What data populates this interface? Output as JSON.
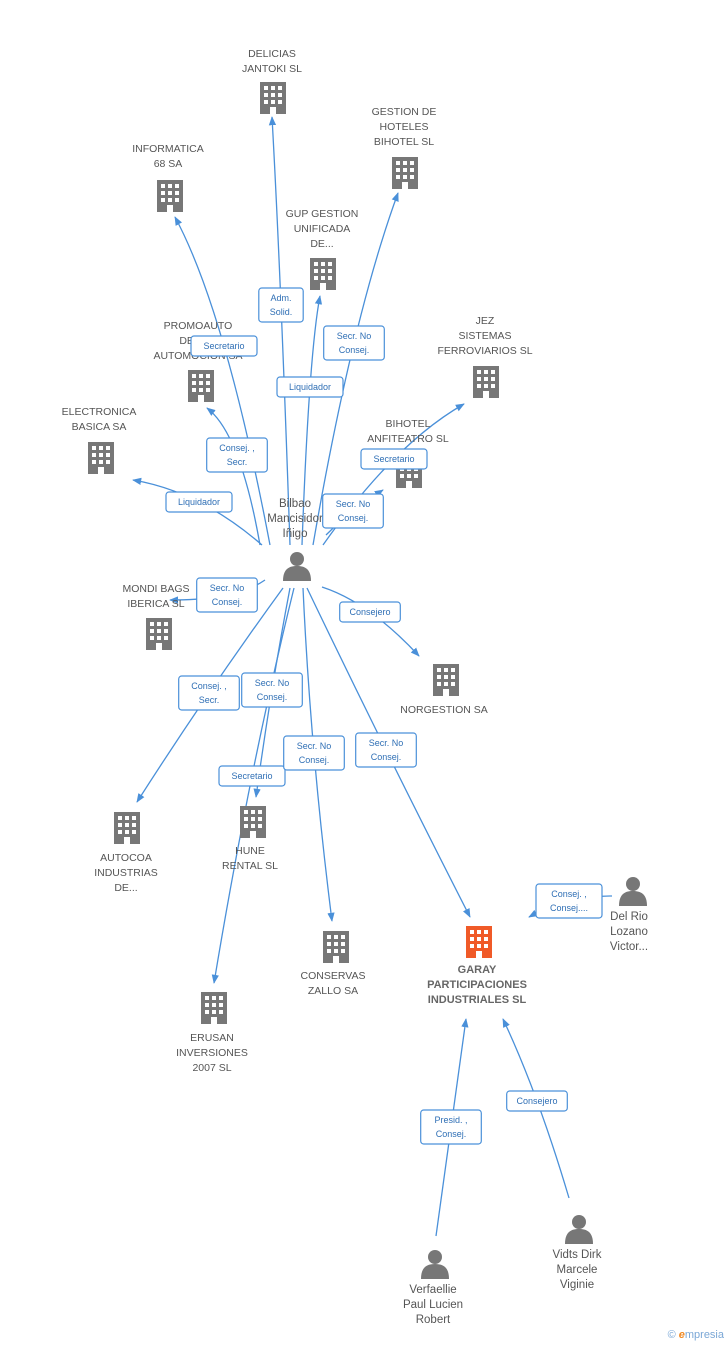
{
  "colors": {
    "edge": "#4a90d9",
    "company": "#777777",
    "main_company": "#f05a28",
    "person": "#777777"
  },
  "center": {
    "label": [
      "Bilbao",
      "Mancisidor",
      "Iñigo"
    ]
  },
  "companies": [
    {
      "id": "delicias",
      "label": [
        "DELICIAS",
        "JANTOKI SL"
      ]
    },
    {
      "id": "gestion",
      "label": [
        "GESTION DE",
        "HOTELES",
        "BIHOTEL SL"
      ]
    },
    {
      "id": "informatica",
      "label": [
        "INFORMATICA",
        "68 SA"
      ]
    },
    {
      "id": "gup",
      "label": [
        "GUP GESTION",
        "UNIFICADA",
        "DE..."
      ]
    },
    {
      "id": "promoauto",
      "label": [
        "PROMOAUTO",
        "DESA...",
        "AUTOMOCION SA"
      ]
    },
    {
      "id": "jez",
      "label": [
        "JEZ",
        "SISTEMAS",
        "FERROVIARIOS SL"
      ]
    },
    {
      "id": "electronica",
      "label": [
        "ELECTRONICA",
        "BASICA SA"
      ]
    },
    {
      "id": "bihotel",
      "label": [
        "BIHOTEL",
        "ANFITEATRO SL"
      ]
    },
    {
      "id": "mondi",
      "label": [
        "MONDI BAGS",
        "IBERICA SL"
      ]
    },
    {
      "id": "norgestion",
      "label": [
        "NORGESTION SA"
      ]
    },
    {
      "id": "autocoa",
      "label": [
        "AUTOCOA",
        "INDUSTRIAS",
        "DE..."
      ]
    },
    {
      "id": "hune",
      "label": [
        "HUNE",
        "RENTAL SL"
      ]
    },
    {
      "id": "conservas",
      "label": [
        "CONSERVAS",
        "ZALLO SA"
      ]
    },
    {
      "id": "erusan",
      "label": [
        "ERUSAN",
        "INVERSIONES",
        "2007 SL"
      ]
    },
    {
      "id": "garay",
      "label": [
        "GARAY",
        "PARTICIPACIONES",
        "INDUSTRIALES SL"
      ],
      "main": true
    }
  ],
  "persons": [
    {
      "id": "delrio",
      "label": [
        "Del Rio",
        "Lozano",
        "Victor..."
      ]
    },
    {
      "id": "vidts",
      "label": [
        "Vidts Dirk",
        "Marcele",
        "Viginie"
      ]
    },
    {
      "id": "verfaellie",
      "label": [
        "Verfaellie",
        "Paul Lucien",
        "Robert"
      ]
    }
  ],
  "relations": [
    {
      "id": "r-delicias",
      "label": [
        "Adm.",
        "Solid."
      ]
    },
    {
      "id": "r-gestion",
      "label": [
        "Secr.  No",
        "Consej."
      ]
    },
    {
      "id": "r-informatica",
      "label": [
        "Secretario"
      ]
    },
    {
      "id": "r-gup",
      "label": [
        "Liquidador"
      ]
    },
    {
      "id": "r-promoauto",
      "label": [
        "Consej. ,",
        "Secr."
      ]
    },
    {
      "id": "r-jez",
      "label": [
        "Secretario"
      ]
    },
    {
      "id": "r-electronica",
      "label": [
        "Liquidador"
      ]
    },
    {
      "id": "r-bihotel",
      "label": [
        "Secr.  No",
        "Consej."
      ]
    },
    {
      "id": "r-mondi",
      "label": [
        "Secr.  No",
        "Consej."
      ]
    },
    {
      "id": "r-norgestion",
      "label": [
        "Consejero"
      ]
    },
    {
      "id": "r-autocoa",
      "label": [
        "Consej. ,",
        "Secr."
      ]
    },
    {
      "id": "r-hune",
      "label": [
        "Secr.  No",
        "Consej."
      ]
    },
    {
      "id": "r-erusan",
      "label": [
        "Secretario"
      ]
    },
    {
      "id": "r-conservas",
      "label": [
        "Secr.  No",
        "Consej."
      ]
    },
    {
      "id": "r-garay",
      "label": [
        "Secr.  No",
        "Consej."
      ]
    },
    {
      "id": "r-delrio",
      "label": [
        "Consej. ,",
        "Consej...."
      ]
    },
    {
      "id": "r-vidts",
      "label": [
        "Consejero"
      ]
    },
    {
      "id": "r-verfaellie",
      "label": [
        "Presid. ,",
        "Consej."
      ]
    }
  ],
  "footer": {
    "copyright": "©",
    "brand_first": "e",
    "brand_rest": "mpresia"
  }
}
